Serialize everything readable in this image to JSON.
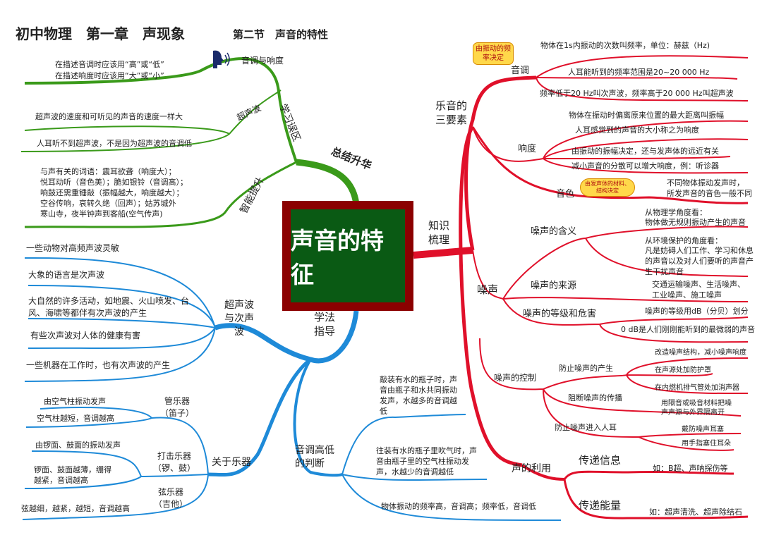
{
  "title": {
    "main": "初中物理　第一章　声现象",
    "sub": "第二节　声音的特性"
  },
  "center": "声音的特征",
  "colors": {
    "summary": "#3a9a1a",
    "knowledge": "#e0102a",
    "method": "#1e8ad8",
    "center_border": "#8b0000",
    "center_fill": "#0a5a14",
    "callout": "#ffd84a"
  },
  "summary": {
    "label": "总结升华",
    "mistakes": {
      "label": "学习误区",
      "pitch_loudness": {
        "label": "音调与响度",
        "icon": "speaker-head-icon",
        "items": [
          "在描述音调时应该用“高”或“低”",
          "在描述响度时应该用“大”或“小”"
        ]
      },
      "ultrasound": {
        "label": "超声波",
        "items": [
          "超声波的速度和可听见的声音的速度一样大",
          "人耳听不到超声波，不是因为超声波的音调低"
        ]
      }
    },
    "ability": {
      "label": "智能提升",
      "lines": [
        "与声有关的词语：震耳欲聋（响度大）；",
        "悦耳动听（音色美）；脆如银铃（音调高）；",
        "响鼓还需重锤敲（振幅越大，响度越大）；",
        "空谷传响，哀转久绝（回声）；姑苏城外",
        "寒山寺，夜半钟声到客船(空气传声)"
      ]
    }
  },
  "knowledge": {
    "label": "知识梳理",
    "three_elements": {
      "label": "乐音的三要素",
      "pitch": {
        "label": "音调",
        "callout": "由振动的频率决定",
        "items": [
          "物体在1s内振动的次数叫频率，单位：赫兹（Hz)",
          "人耳能听到的频率范围是20~20 000 Hz",
          "频率低于20 Hz叫次声波，频率高于20 000 Hz叫超声波"
        ]
      },
      "loudness": {
        "label": "响度",
        "items": [
          "物体在振动时偏离原来位置的最大距离叫振幅",
          "人耳感觉到的声音的大小称之为响度",
          "由振动的振幅决定，还与发声体的远近有关",
          "减小声音的分散可以增大响度，例：听诊器"
        ]
      },
      "timbre": {
        "label": "音色",
        "callout": "由发声体的材料、结构决定",
        "items": [
          "不同物体振动发声时，",
          "所发声音的音色一般不同"
        ]
      }
    },
    "noise": {
      "label": "噪声",
      "meaning": {
        "label": "噪声的含义",
        "physics": [
          "从物理学角度看：",
          "物体做无规则振动产生的声音"
        ],
        "environment": [
          "从环境保护的角度看：",
          "凡是妨碍人们工作、学习和休息的声音以及对人们要听的声音产生干扰声音"
        ]
      },
      "source": {
        "label": "噪声的来源",
        "text": "交通运输噪声、生活噪声、工业噪声、施工噪声"
      },
      "level": {
        "label": "噪声的等级和危害",
        "items": [
          "噪声的等级用dB（分贝）划分",
          "0 dB是人们刚刚能听到的最微弱的声音"
        ]
      },
      "control": {
        "label": "噪声的控制",
        "prevent": {
          "label": "防止噪声的产生",
          "items": [
            "改造噪声结构，减小噪声响度",
            "在声源处加防护罩",
            "在内燃机排气管处加消声器"
          ]
        },
        "block": {
          "label": "阻断噪声的传播",
          "text": "用隔音或吸音材料把噪声声源与外界隔离开"
        },
        "ear": {
          "label": "防止噪声进入人耳",
          "items": [
            "戴防噪声耳塞",
            "用手指塞住耳朵"
          ]
        }
      }
    },
    "use": {
      "label": "声的利用",
      "info": {
        "label": "传递信息",
        "text": "如：B超、声呐探伤等"
      },
      "energy": {
        "label": "传递能量",
        "text": "如：超声清洗、超声除结石"
      }
    }
  },
  "method": {
    "label": "学法指导",
    "infra": {
      "label": "超声波与次声波",
      "items": [
        "一些动物对高频声波灵敏",
        "大象的语言是次声波",
        "大自然的许多活动，如地震、火山喷发、台风、海啸等都伴有次声波的产生",
        "有些次声波对人体的健康有害",
        "一些机器在工作时，也有次声波的产生"
      ]
    },
    "instruments": {
      "label": "关于乐器",
      "wind": {
        "label": "管乐器（笛子）",
        "items": [
          "由空气柱振动发声",
          "空气柱越短，音调越高"
        ]
      },
      "percussion": {
        "label": "打击乐器（锣、鼓）",
        "items": [
          "由锣面、鼓面的振动发声",
          "锣面、鼓面越薄，绷得越紧，音调越高"
        ]
      },
      "string": {
        "label": "弦乐器（吉他）",
        "items": [
          "弦越细，越紧，越短，音调越高"
        ]
      }
    },
    "judge": {
      "label": "音调高低的判断",
      "items": [
        "敲装有水的瓶子时，声音由瓶子和水共同振动发声，水越多的音调越低",
        "往装有水的瓶子里吹气时，声音由瓶子里的空气柱振动发声，水越少的音调越低",
        "物体振动的频率高，音调高；频率低，音调低"
      ]
    }
  }
}
